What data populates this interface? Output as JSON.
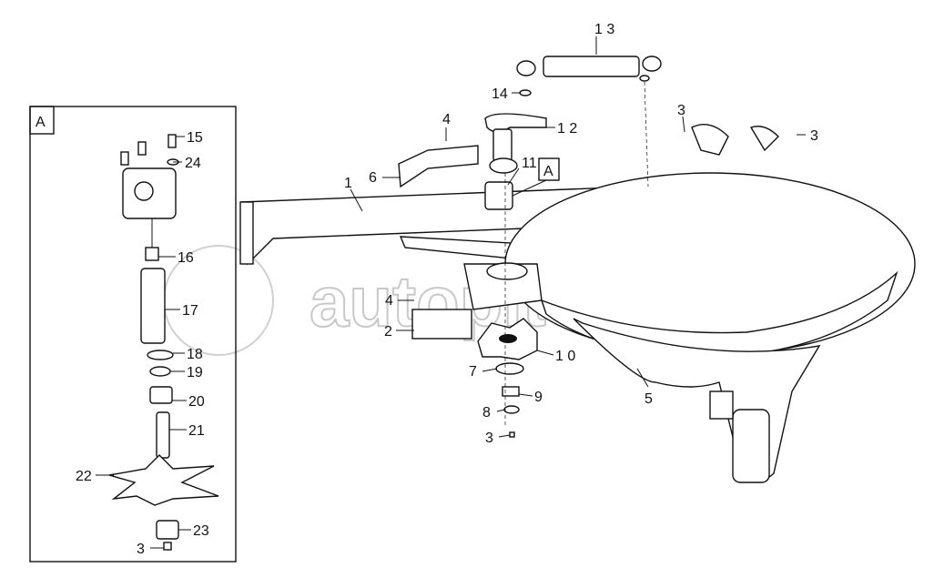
{
  "watermark": "autopiter.ru",
  "inset": {
    "title": "A"
  },
  "callout_ref": "A",
  "labels": {
    "l13": "1 3",
    "l14": "14",
    "l12": "1 2",
    "l4a": "4",
    "l3a": "3",
    "l3b": "3",
    "l6": "6",
    "l1": "1",
    "l11": "11",
    "l4b": "4",
    "l2": "2",
    "l10": "1 0",
    "l7": "7",
    "l9": "9",
    "l8": "8",
    "l3c": "3",
    "l5": "5",
    "l15": "15",
    "l24": "24",
    "l16": "16",
    "l17": "17",
    "l18": "18",
    "l19": "19",
    "l20": "20",
    "l21": "21",
    "l22": "22",
    "l23": "23",
    "l3d": "3"
  }
}
